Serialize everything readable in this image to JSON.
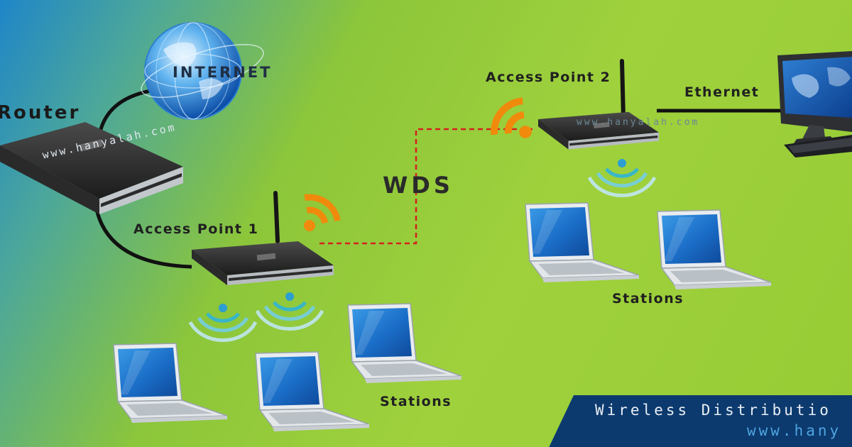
{
  "labels": {
    "router": "Router",
    "internet": "INTERNET",
    "access_point_1": "Access Point 1",
    "access_point_2": "Access Point 2",
    "ethernet": "Ethernet",
    "wds": "WDS",
    "stations_left": "Stations",
    "stations_right": "Stations"
  },
  "watermarks": {
    "router": "www.hanyalah.com",
    "access_point_2": "www.hanyalah.com"
  },
  "banner": {
    "title": "Wireless Distributio",
    "url": "www.hany"
  },
  "colors": {
    "background_green": "#9fd13c",
    "background_blue": "#1f86c8",
    "wds_link": "#d42020",
    "wifi_signal_orange": "#f08a0c",
    "wifi_station_signal": "#3aa8c8",
    "banner_bg": "#0c3a6e",
    "banner_url": "#4fa3e0"
  }
}
